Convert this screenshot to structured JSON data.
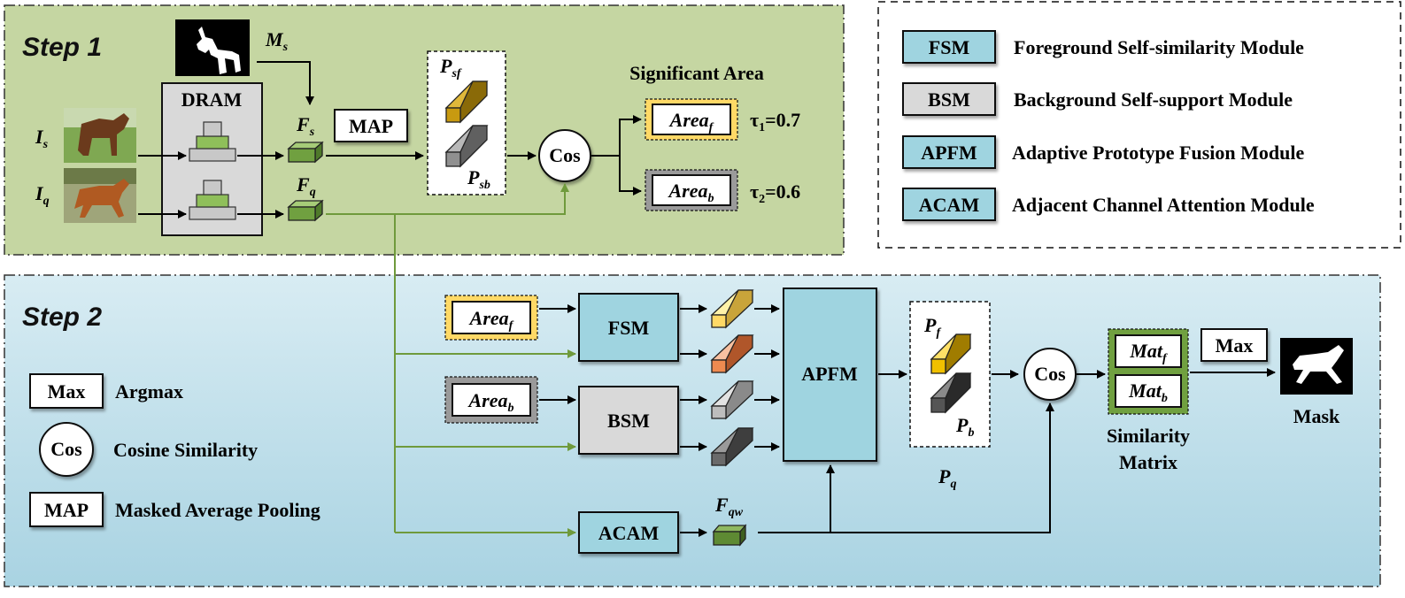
{
  "step1": {
    "title": "Step 1"
  },
  "step2": {
    "title": "Step 2"
  },
  "inputs": {
    "support_label": "I",
    "support_sub": "s",
    "query_label": "I",
    "query_sub": "q",
    "mask_label": "M",
    "mask_sub": "s"
  },
  "dram": {
    "label": "DRAM"
  },
  "features": {
    "fs_label": "F",
    "fs_sub": "s",
    "fq_label": "F",
    "fq_sub": "q",
    "fqw_label": "F",
    "fqw_sub": "qw"
  },
  "map_box": {
    "label": "MAP"
  },
  "prototypes_step1": {
    "psf_label": "P",
    "psf_sub": "sf",
    "psb_label": "P",
    "psb_sub": "sb"
  },
  "cos": {
    "label": "Cos"
  },
  "significant_area": {
    "title": "Significant Area",
    "area_f_label": "Area",
    "area_f_sub": "f",
    "area_b_label": "Area",
    "area_b_sub": "b",
    "tau1_text": "τ",
    "tau1_sub": "1",
    "tau1_value": "=0.7",
    "tau2_text": "τ",
    "tau2_sub": "2",
    "tau2_value": "=0.6"
  },
  "modules": {
    "fsm": "FSM",
    "bsm": "BSM",
    "apfm": "APFM",
    "acam": "ACAM"
  },
  "prototypes_step2": {
    "pf_label": "P",
    "pf_sub": "f",
    "pb_label": "P",
    "pb_sub": "b",
    "pq_label": "P",
    "pq_sub": "q"
  },
  "similarity": {
    "mat_f_label": "Mat",
    "mat_f_sub": "f",
    "mat_b_label": "Mat",
    "mat_b_sub": "b",
    "caption_line1": "Similarity",
    "caption_line2": "Matrix"
  },
  "output": {
    "max_label": "Max",
    "mask_label": "Mask"
  },
  "legend_modules": [
    {
      "abbr": "FSM",
      "text": "Foreground Self-similarity Module",
      "color": "#9fd4e0"
    },
    {
      "abbr": "BSM",
      "text": "Background Self-support Module",
      "color": "#d9d9d9"
    },
    {
      "abbr": "APFM",
      "text": "Adaptive Prototype Fusion Module",
      "color": "#9fd4e0"
    },
    {
      "abbr": "ACAM",
      "text": "Adjacent Channel Attention Module",
      "color": "#9fd4e0"
    }
  ],
  "legend_ops": [
    {
      "abbr": "Max",
      "text": "Argmax"
    },
    {
      "abbr": "Cos",
      "text": "Cosine Similarity"
    },
    {
      "abbr": "MAP",
      "text": "Masked Average Pooling"
    }
  ],
  "colors": {
    "step1_bg": "#c5d6a2",
    "step2_bg_top": "#d8ecf3",
    "step2_bg_bottom": "#a9d3e2",
    "module_blue": "#9fd4e0",
    "module_gray": "#d9d9d9",
    "feature_green": "#70a040",
    "proto_fg": "#c89a10",
    "proto_bg": "#909090",
    "area_f_border": "#ffd966",
    "area_b_border": "#9a9a9a",
    "arrow_green": "#6f9a3c"
  }
}
